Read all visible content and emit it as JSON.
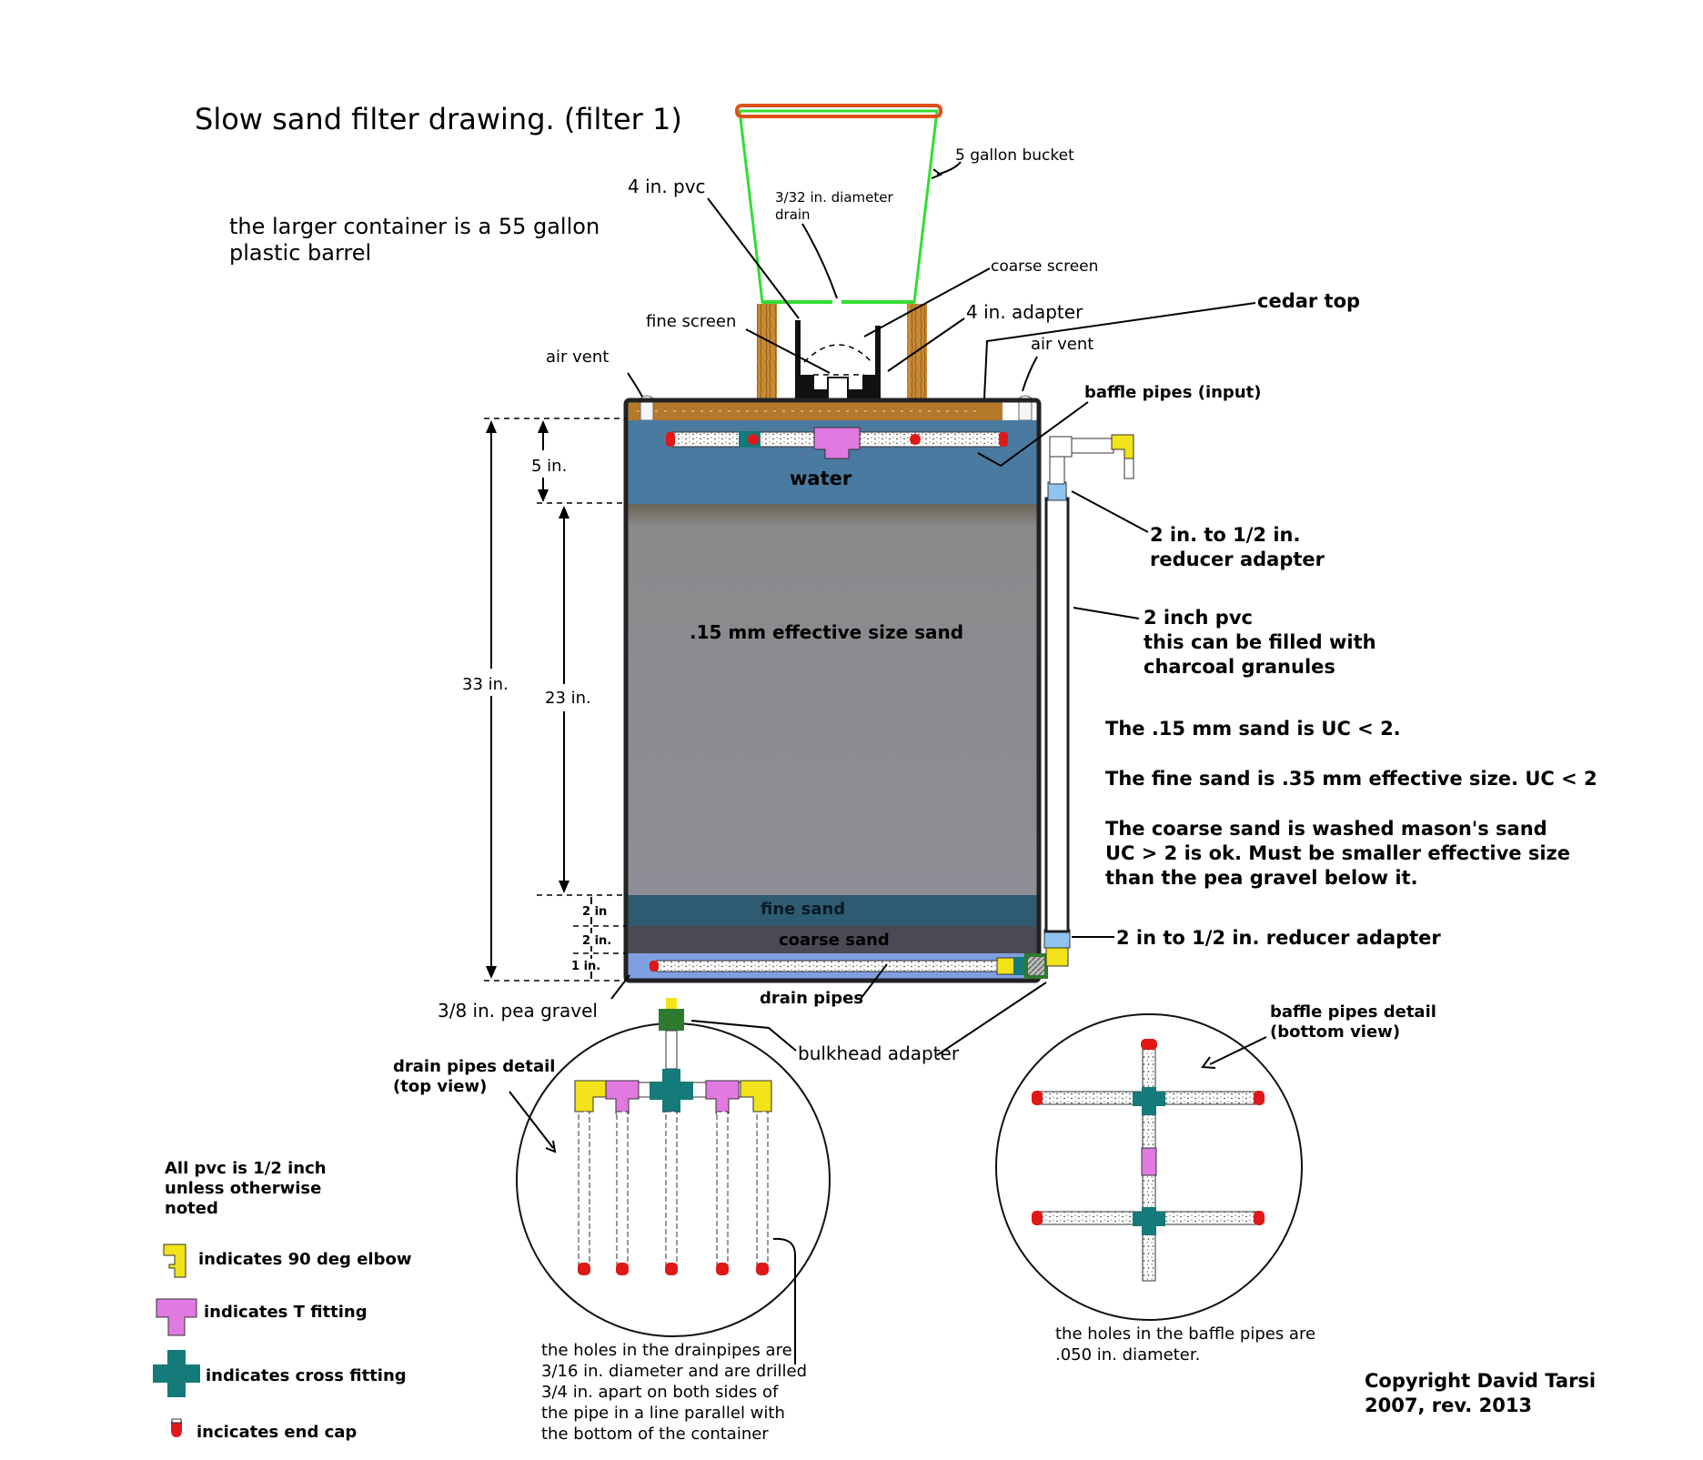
{
  "title": "Slow sand filter drawing. (filter 1)",
  "container_note": [
    "the larger container is a 55 gallon",
    "plastic barrel"
  ],
  "labels": {
    "bucket": "5 gallon bucket",
    "pvc4": "4 in. pvc",
    "drain": [
      "3/32 in. diameter",
      "drain"
    ],
    "coarse_screen": "coarse screen",
    "cedar_top": "cedar top",
    "fine_screen": "fine screen",
    "adapter4": "4 in. adapter",
    "air_vent_left": "air vent",
    "air_vent_right": "air vent",
    "baffle_input": "baffle pipes (input)",
    "water": "water",
    "sand_main": ".15 mm effective size sand",
    "fine_sand": "fine sand",
    "coarse_sand": "coarse sand",
    "drain_pipes": "drain pipes",
    "pea_gravel": "3/8 in. pea gravel",
    "bulkhead": "bulkhead adapter",
    "reducer_top": [
      "2 in. to 1/2 in.",
      "reducer adapter"
    ],
    "pvc2": [
      "2 inch pvc",
      "this can be filled with",
      "charcoal granules"
    ],
    "reducer_bottom": "2 in to 1/2 in. reducer adapter"
  },
  "dimensions": {
    "d5": "5 in.",
    "d33": "33 in.",
    "d23": "23 in.",
    "d2a": "2 in",
    "d2b": "2 in.",
    "d1": "1 in."
  },
  "notes": {
    "uc1": "The .15 mm sand is UC < 2.",
    "uc2": "The fine sand is .35 mm effective size. UC < 2",
    "uc3": [
      "The coarse sand is washed mason's sand",
      "UC > 2 is ok. Must be smaller effective size",
      "than the pea gravel below it."
    ]
  },
  "details": {
    "drain_title": [
      "drain pipes detail",
      "(top view)"
    ],
    "drain_note": [
      "the holes in the drainpipes are",
      "3/16 in. diameter and are drilled",
      "3/4 in. apart on both sides of",
      "the pipe in a line parallel with",
      "the bottom of the container"
    ],
    "baffle_title": [
      "baffle pipes detail",
      "(bottom view)"
    ],
    "baffle_note": [
      "the holes in the baffle pipes are",
      ".050 in. diameter."
    ]
  },
  "legend": {
    "intro": [
      "All pvc is 1/2 inch",
      "unless otherwise",
      "noted"
    ],
    "elbow": "indicates 90 deg elbow",
    "tee": "indicates T fitting",
    "cross": "indicates cross fitting",
    "cap": "incicates end cap"
  },
  "copyright": [
    "Copyright David Tarsi",
    "2007, rev. 2013"
  ],
  "colors": {
    "water": "#4a7aa0",
    "sand": "#8e8e96",
    "fine_sand": "#2f5b72",
    "coarse_sand": "#4a4a54",
    "gravel": "#7f9fe0",
    "cedar": "#b5792b",
    "bucket": "#33dd33",
    "bucket_rim": "#e0501a",
    "elbow": "#f2e21a",
    "tee": "#e07ae0",
    "cross": "#147a7a",
    "cap": "#e01818",
    "adapter": "#8fc4f0",
    "bulkhead": "#2e7a2e"
  }
}
